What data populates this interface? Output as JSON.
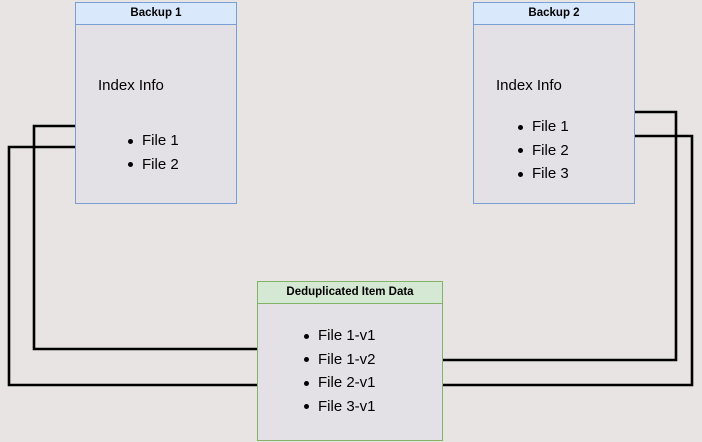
{
  "diagram": {
    "title_semantic": "backup-deduplication-diagram",
    "background_color": "#e8e4e4",
    "nodes": [
      {
        "id": "backup1",
        "header": "Backup 1",
        "section_label": "Index Info",
        "files": [
          "File 1",
          "File 2"
        ],
        "border_color": "#7a9fd4",
        "header_fill": "#dae8fc",
        "body_fill": "#e3e0e6"
      },
      {
        "id": "backup2",
        "header": "Backup 2",
        "section_label": "Index Info",
        "files": [
          "File 1",
          "File 2",
          "File 3"
        ],
        "border_color": "#7a9fd4",
        "header_fill": "#dae8fc",
        "body_fill": "#e3e0e6"
      },
      {
        "id": "dedup",
        "header": "Deduplicated Item Data",
        "files": [
          "File 1-v1",
          "File 1-v2",
          "File 2-v1",
          "File 3-v1"
        ],
        "border_color": "#82b366",
        "header_fill": "#d5e8d4",
        "body_fill": "#e3e0e6"
      }
    ],
    "connectors": [
      {
        "id": "b1-file1-to-file1v1",
        "from": "Backup 1 / File 1",
        "to": "Deduplicated Item Data / File 1-v1",
        "direction": "right",
        "color": "#000000"
      },
      {
        "id": "b1-file2-to-file2v1",
        "from": "Backup 1 / File 2",
        "to": "Deduplicated Item Data / File 2-v1",
        "direction": "right",
        "color": "#000000"
      },
      {
        "id": "b2-file1-to-file1v2",
        "from": "Backup 2 / File 1",
        "to": "Deduplicated Item Data / File 1-v2",
        "direction": "left",
        "color": "#000000"
      },
      {
        "id": "b2-file2-to-file2v1",
        "from": "Backup 2 / File 2",
        "to": "Deduplicated Item Data / File 2-v1",
        "direction": "left",
        "color": "#000000"
      }
    ]
  }
}
